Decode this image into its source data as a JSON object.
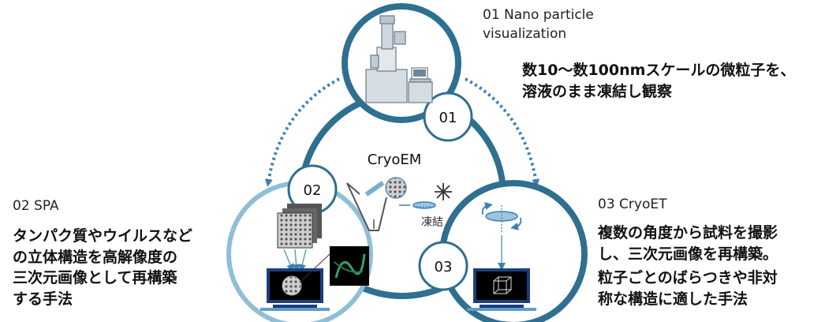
{
  "center": {
    "title": "CryoEM",
    "freeze_label": "凍結"
  },
  "nodes": {
    "n01": {
      "badge": "01",
      "heading_line1": "01 Nano particle",
      "heading_line2": "visualization",
      "desc_line1": "数10〜数100nmスケールの微粒子を、",
      "desc_line2": "溶液のまま凍結し観察"
    },
    "n02": {
      "badge": "02",
      "heading": "02 SPA",
      "desc_line1": "タンパク質やウイルスなど",
      "desc_line2": "の立体構造を高解像度の",
      "desc_line3": "三次元画像として再構築",
      "desc_line4": "する手法"
    },
    "n03": {
      "badge": "03",
      "heading": "03 CryoET",
      "desc_line1": "複数の角度から試料を撮影",
      "desc_line2": "し、三次元画像を再構築。",
      "desc_line3": "粒子ごとのばらつきや非対",
      "desc_line4": "称な構造に適した手法"
    }
  },
  "colors": {
    "ring_dark": "#2f6f8f",
    "ring_light": "#6fa8c6",
    "arrow": "#3e7fb0",
    "screen": "#1b3f7a"
  },
  "icons": [
    "microscope-icon",
    "image-stack-icon",
    "monitor-icon",
    "tilt-rotation-icon",
    "snowflake-icon",
    "grid-icon",
    "pipette-icon"
  ]
}
